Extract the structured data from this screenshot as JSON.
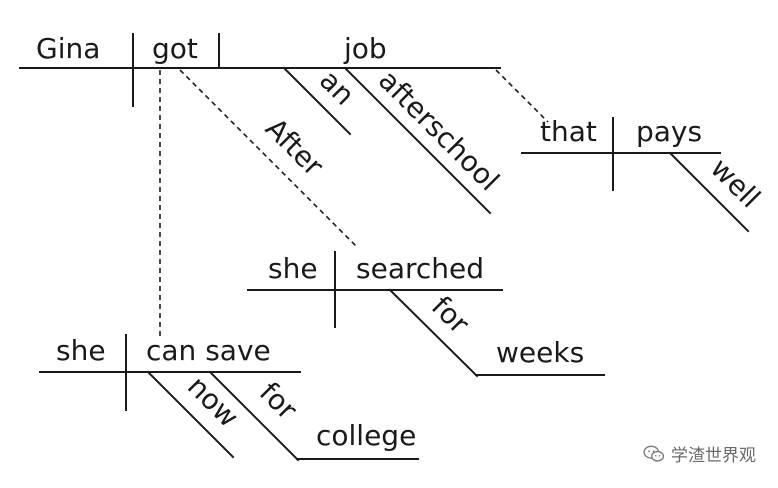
{
  "diagram": {
    "clause_main": {
      "subject": "Gina",
      "verb": "got",
      "object": "job",
      "modifiers": [
        "an",
        "afterschool"
      ]
    },
    "clause_relative": {
      "subject": "that",
      "verb": "pays",
      "modifier": "well"
    },
    "clause_adverbial": {
      "connector": "After",
      "subject": "she",
      "verb": "searched",
      "preposition": "for",
      "object": "weeks"
    },
    "clause_purpose": {
      "subject": "she",
      "verb": "can save",
      "modifier": "now",
      "preposition": "for",
      "object": "college"
    }
  },
  "watermark": {
    "text": "学渣世界观",
    "icon": "wechat-icon"
  }
}
